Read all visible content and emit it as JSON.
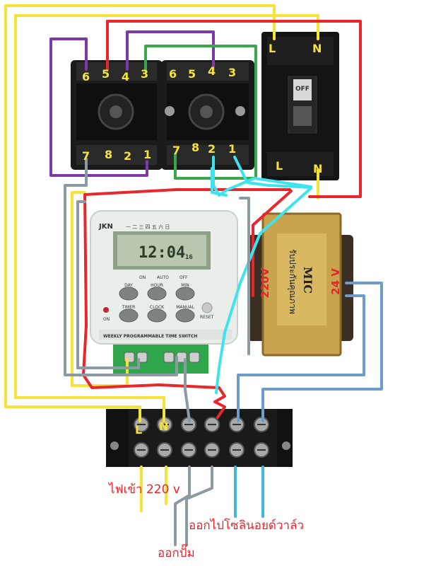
{
  "relay1": {
    "top_pins": [
      "6",
      "5",
      "4",
      "3"
    ],
    "bottom_pins": [
      "7",
      "8",
      "2",
      "1"
    ]
  },
  "relay2": {
    "top_pins": [
      "6",
      "5",
      "4",
      "3"
    ],
    "bottom_pins": [
      "7",
      "8",
      "2",
      "1"
    ]
  },
  "breaker": {
    "top_l": "L",
    "top_n": "N",
    "state": "OFF",
    "bottom_l": "L",
    "bottom_n": "N"
  },
  "timer": {
    "brand": "JKN",
    "days_strip": "一 二 三 四 五 六 日",
    "time": "12:04",
    "seconds": "16",
    "status_labels": [
      "ON",
      "AUTO",
      "OFF"
    ],
    "buttons": [
      "DAY",
      "HOUR",
      "MIN",
      "TIMER",
      "CLOCK",
      "MANUAL"
    ],
    "on_label": "ON",
    "reset_label": "RESET",
    "model_text": "WEEKLY PROGRAMMABLE TIME SWITCH"
  },
  "transformer": {
    "brand": "MIC",
    "thai_label": "รับประกันคุณภาพ",
    "in_voltage": "220V",
    "out_voltage": "24 V"
  },
  "terminal": {
    "l_label": "L",
    "n_label": "N"
  },
  "labels": {
    "power_in": "ไฟเข้า 220 v",
    "solenoid_out": "ออกไปโซลินอยด์วาล์ว",
    "pump_out": "ออกปั๊ม"
  },
  "colors": {
    "yellow": "#f6e33a",
    "red": "#e8262b",
    "purple": "#7b3aa8",
    "green": "#3aa84a",
    "cyan": "#3fe3ee",
    "gray": "#8c9aa3",
    "blue": "#6b9dc8"
  }
}
